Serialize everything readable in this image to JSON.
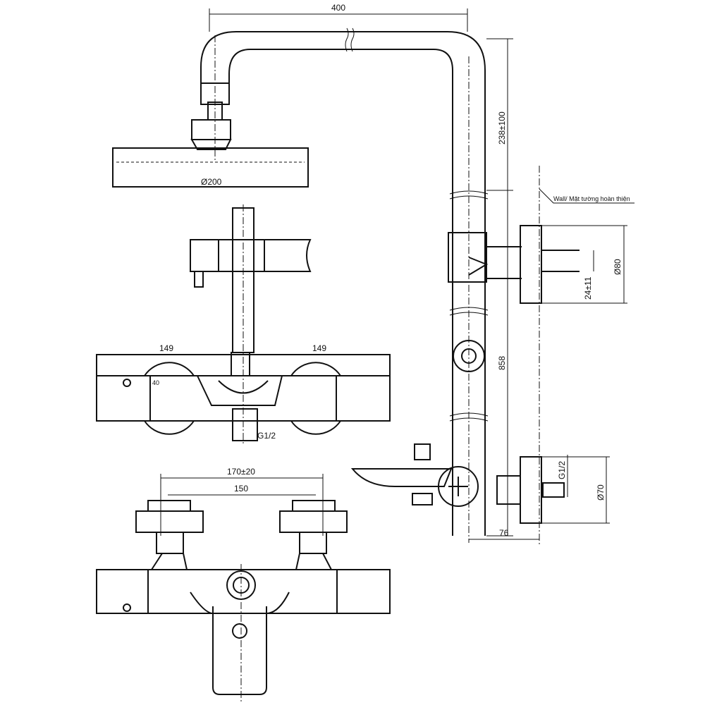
{
  "dimensions": {
    "arm_length": "400",
    "riser_height": "238±100",
    "head_diameter": "Ø200",
    "wall_label": "Wall/ Mặt tường hoàn thiện",
    "top_plate_diameter": "Ø80",
    "top_plate_depth": "24±11",
    "riser_length": "858",
    "body_left": "149",
    "body_right": "149",
    "outlet_thread": "G1/2",
    "inlet_thread": "G1/2",
    "bottom_plate_diameter": "Ø70",
    "wall_offset": "76",
    "centers_range": "170±20",
    "centers": "150",
    "temp_mark": "40"
  }
}
